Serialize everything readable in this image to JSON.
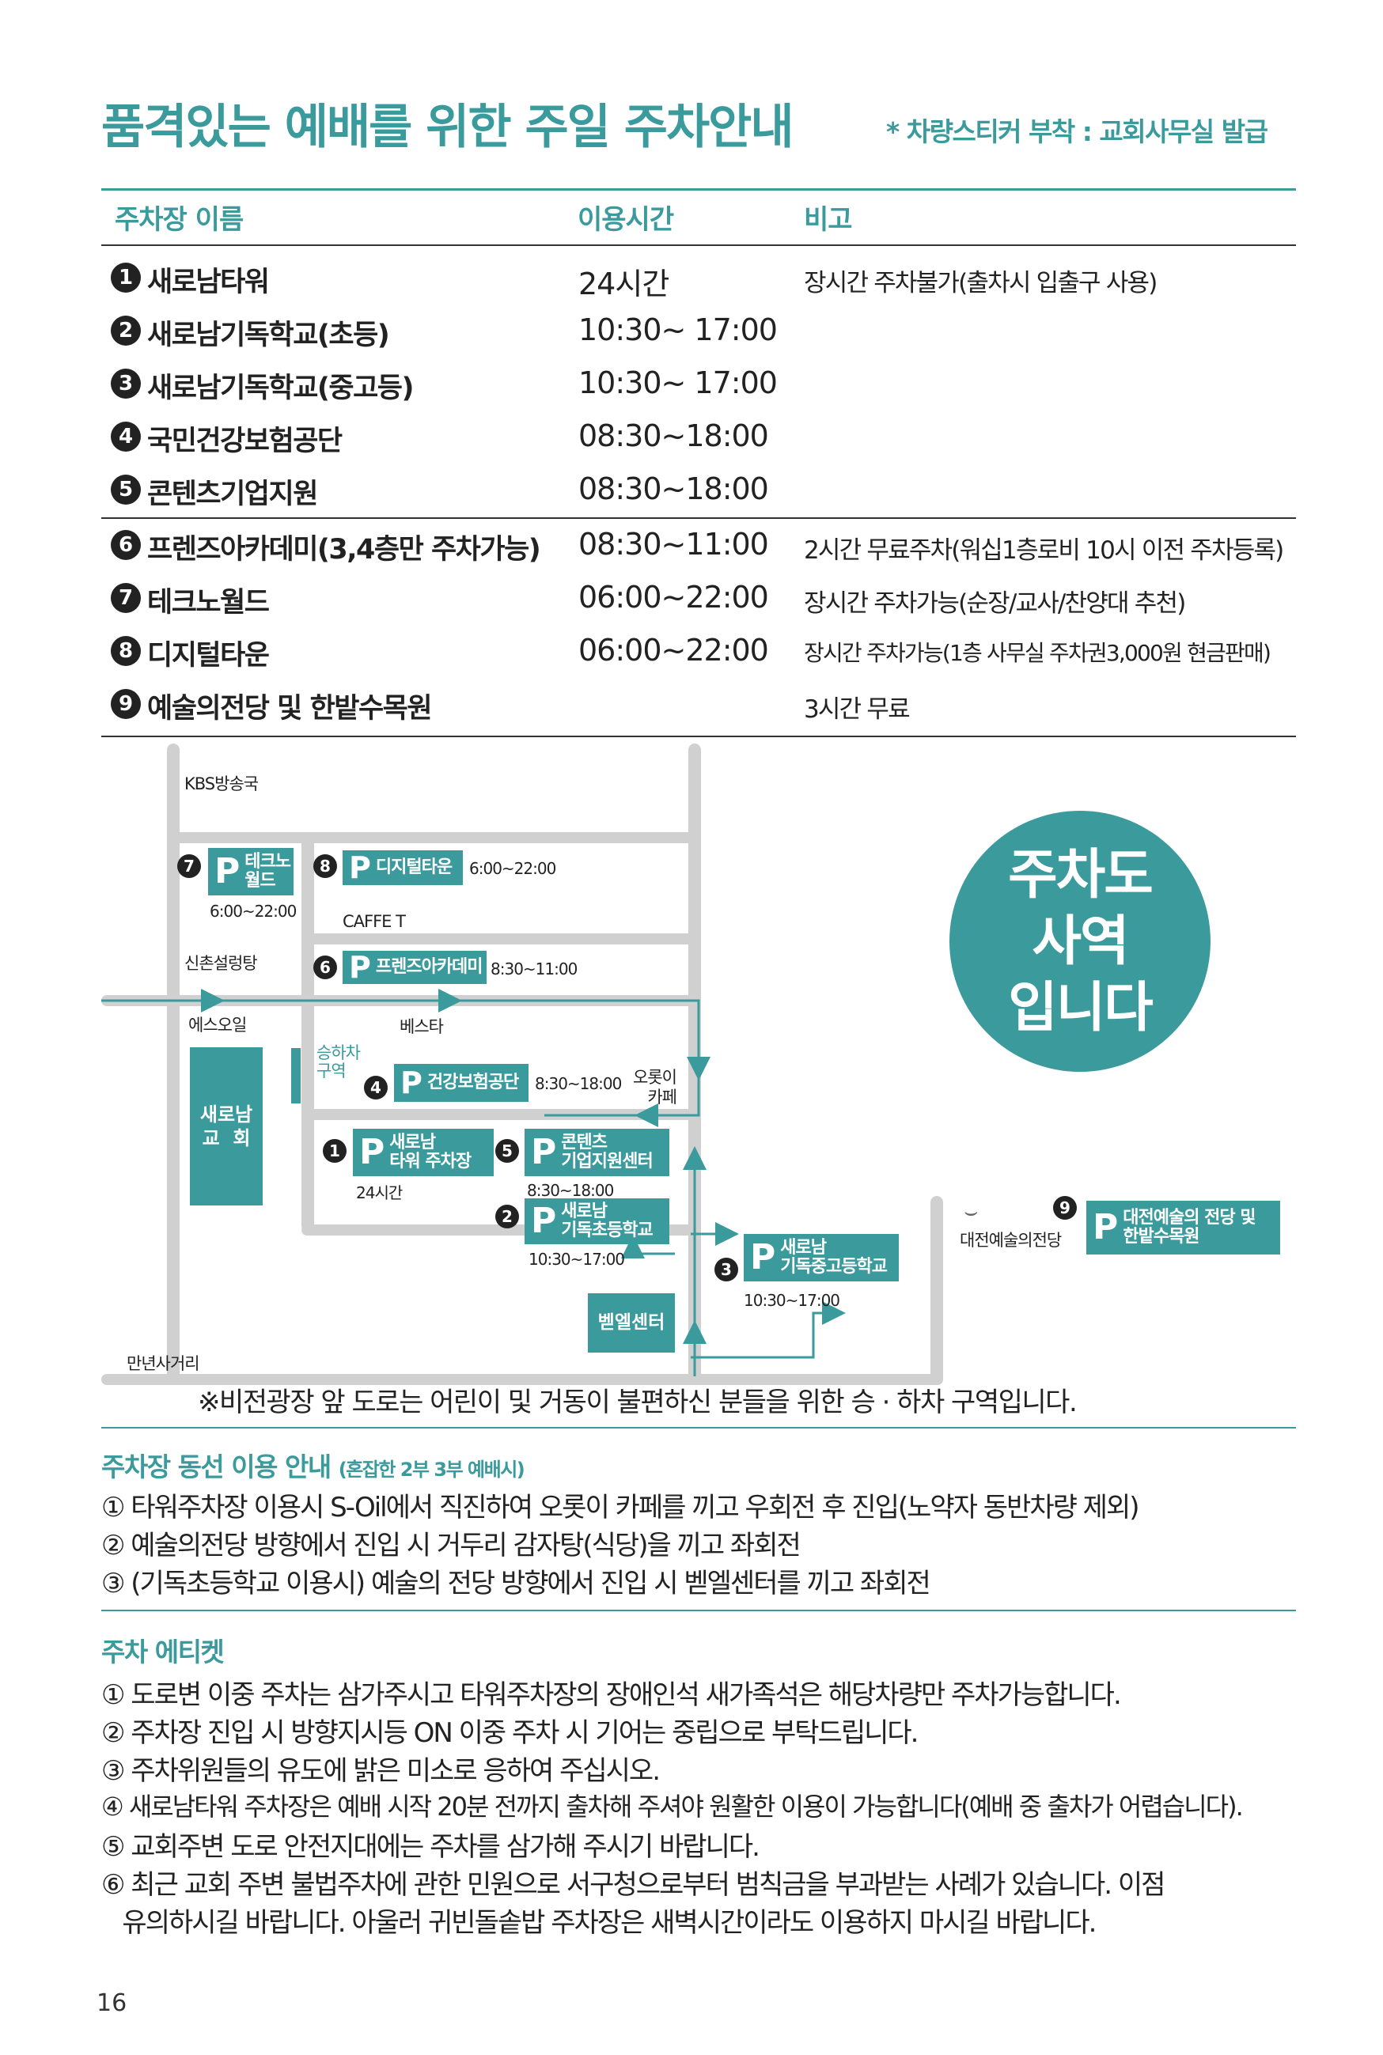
{
  "header": {
    "title": "품격있는 예배를 위한 주일 주차안내",
    "note": "* 차량스티커 부착 : 교회사무실 발급"
  },
  "table": {
    "columns": [
      "주차장 이름",
      "이용시간",
      "비고"
    ],
    "rows": [
      {
        "num": "1",
        "name": "새로남타워",
        "time": "24시간",
        "note": "장시간 주차불가(출차시 입출구 사용)"
      },
      {
        "num": "2",
        "name": "새로남기독학교(초등)",
        "time": "10:30~ 17:00",
        "note": ""
      },
      {
        "num": "3",
        "name": "새로남기독학교(중고등)",
        "time": "10:30~ 17:00",
        "note": ""
      },
      {
        "num": "4",
        "name": "국민건강보험공단",
        "time": "08:30~18:00",
        "note": ""
      },
      {
        "num": "5",
        "name": "콘텐츠기업지원",
        "time": "08:30~18:00",
        "note": ""
      },
      {
        "num": "6",
        "name": "프렌즈아카데미(3,4층만 주차가능)",
        "time": "08:30~11:00",
        "note": "2시간 무료주차(워십1층로비 10시 이전 주차등록)"
      },
      {
        "num": "7",
        "name": "테크노월드",
        "time": "06:00~22:00",
        "note": "장시간 주차가능(순장/교사/찬양대 추천)"
      },
      {
        "num": "8",
        "name": "디지털타운",
        "time": "06:00~22:00",
        "note": "장시간 주차가능(1층 사무실 주차권3,000원 현금판매)"
      },
      {
        "num": "9",
        "name": "예술의전당 및 한밭수목원",
        "time": "",
        "note": "3시간 무료"
      }
    ]
  },
  "map": {
    "labels": {
      "kbs": "KBS방송국",
      "sinchon": "신촌설렁탕",
      "soil": "에스오일",
      "caffe": "CAFFE T",
      "besta": "베스타",
      "dropoff": "승하차\n구역",
      "lotte": "오롯이\n카페",
      "church": "새로남\n교  회",
      "bell": "벧엘센터",
      "manyeon": "만년사거리",
      "arts_center": "대전예술의전당"
    },
    "lots": {
      "p7": {
        "num": "7",
        "p": "P",
        "name": "테크노\n월드",
        "time": "6:00~22:00"
      },
      "p8": {
        "num": "8",
        "p": "P",
        "name": "디지털타운",
        "time": "6:00~22:00"
      },
      "p6": {
        "num": "6",
        "p": "P",
        "name": "프렌즈아카데미",
        "time": "8:30~11:00"
      },
      "p4": {
        "num": "4",
        "p": "P",
        "name": "건강보험공단",
        "time": "8:30~18:00"
      },
      "p1": {
        "num": "1",
        "p": "P",
        "name": "새로남\n타워 주차장",
        "time": "24시간"
      },
      "p5": {
        "num": "5",
        "p": "P",
        "name": "콘텐츠\n기업지원센터",
        "time": "8:30~18:00"
      },
      "p2": {
        "num": "2",
        "p": "P",
        "name": "새로남\n기독초등학교",
        "time": "10:30~17:00"
      },
      "p3": {
        "num": "3",
        "p": "P",
        "name": "새로남\n기독중고등학교",
        "time": "10:30~17:00"
      },
      "p9": {
        "num": "9",
        "p": "P",
        "name": "대전예술의 전당 및\n한밭수목원"
      }
    },
    "circle": "주차도\n사역\n입니다",
    "caption": "※비전광장 앞 도로는 어린이 및 거동이 불편하신 분들을 위한 승 · 하차 구역입니다."
  },
  "route": {
    "title": "주차장 동선 이용 안내",
    "subtitle": "(혼잡한 2부 3부 예배시)",
    "items": [
      "① 타워주차장 이용시 S-Oil에서 직진하여 오롯이 카페를 끼고 우회전 후 진입(노약자 동반차량 제외)",
      "② 예술의전당 방향에서 진입 시 거두리 감자탕(식당)을 끼고 좌회전",
      "③ (기독초등학교 이용시) 예술의 전당 방향에서 진입 시 벧엘센터를 끼고 좌회전"
    ]
  },
  "etiquette": {
    "title": "주차 에티켓",
    "items": [
      "① 도로변 이중 주차는 삼가주시고 타워주차장의 장애인석 새가족석은 해당차량만 주차가능합니다.",
      "② 주차장 진입 시 방향지시등 ON 이중 주차 시 기어는 중립으로 부탁드립니다.",
      "③ 주차위원들의 유도에 밝은 미소로 응하여 주십시오.",
      "④ 새로남타워 주차장은 예배 시작 20분 전까지 출차해 주셔야 원활한 이용이 가능합니다(예배 중 출차가 어렵습니다).",
      "⑤ 교회주변 도로 안전지대에는 주차를 삼가해 주시기 바랍니다.",
      "⑥ 최근 교회 주변 불법주차에 관한 민원으로 서구청으로부터 범칙금을 부과받는 사례가 있습니다. 이점",
      "   유의하시길 바랍니다. 아울러 귀빈돌솥밥 주차장은 새벽시간이라도 이용하지 마시길 바랍니다."
    ]
  },
  "page_number": "16",
  "colors": {
    "accent": "#3a9a9c",
    "road": "#d0d0d0",
    "text": "#222222"
  }
}
